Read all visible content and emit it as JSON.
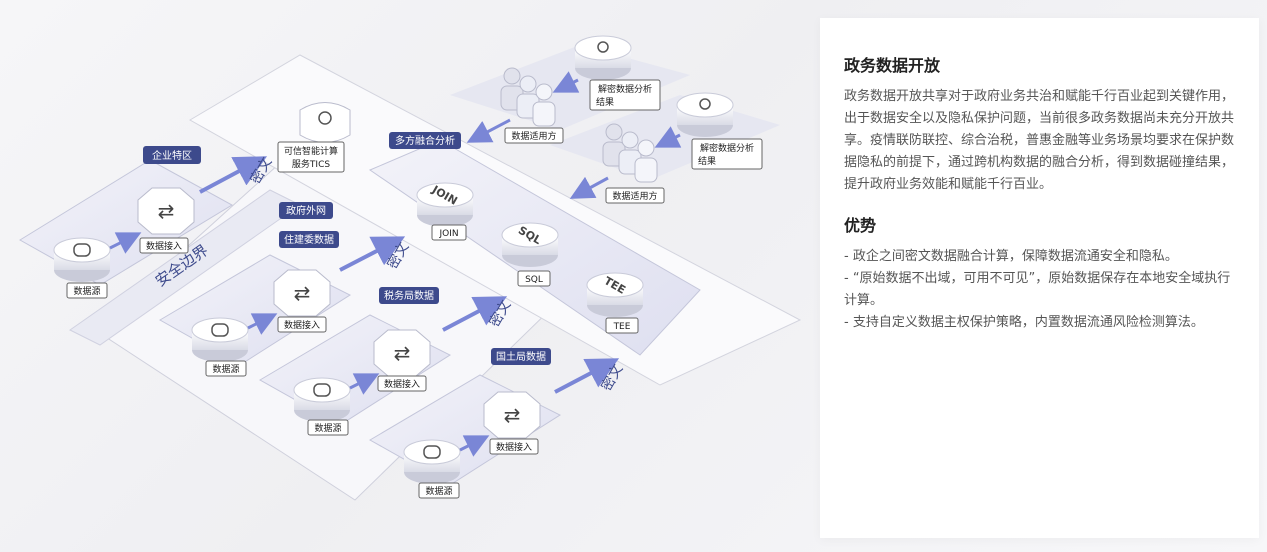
{
  "panel": {
    "title": "政务数据开放",
    "description": "政务数据开放共享对于政府业务共治和赋能千行百业起到关键作用，出于数据安全以及隐私保护问题，当前很多政务数据尚未充分开放共享。疫情联防联控、综合治税，普惠金融等业务场景均要求在保护数据隐私的前提下，通过跨机构数据的融合分析，得到数据碰撞结果，提升政府业务效能和赋能千行百业。",
    "advantages_title": "优势",
    "advantages": [
      "- 政企之间密文数据融合计算，保障数据流通安全和隐私。",
      "- “原始数据不出域，可用不可见”，原始数据保存在本地安全域执行计算。",
      "- 支持自定义数据主权保护策略，内置数据流通风险检测算法。"
    ]
  },
  "diagram": {
    "enterprise_zone": "企业特区",
    "gov_network": "政府外网",
    "security_boundary": "安全边界",
    "ciphertext": "密文",
    "data_source": "数据源",
    "data_access": "数据接入",
    "tics": [
      "可信智能计算",
      "服务TICS"
    ],
    "multi_party": "多方融合分析",
    "engines": [
      "JOIN",
      "SQL",
      "TEE"
    ],
    "housing": "住建委数据",
    "tax": "税务局数据",
    "land": "国土局数据",
    "decrypt_result": [
      "解密数据分析",
      "结果"
    ],
    "data_user": "数据适用方"
  },
  "colors": {
    "badge": "#3d4a8c",
    "arrow": "#7a86d6",
    "platform": "#e6e7f2",
    "text_dark": "#222222"
  }
}
